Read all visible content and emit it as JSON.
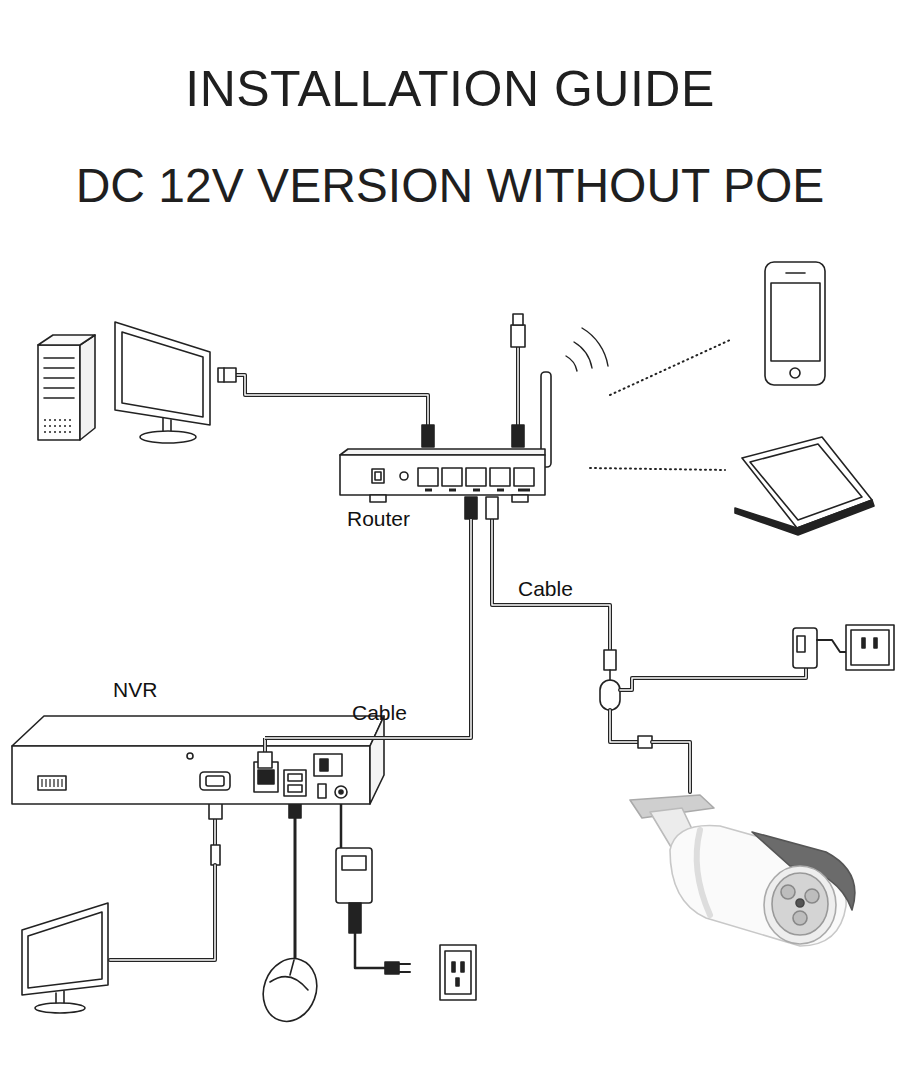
{
  "diagram": {
    "title": "INSTALLATION GUIDE",
    "nodes": [
      {
        "text": [
          "Router"
        ]
      },
      {
        "text": [
          "NVR"
        ]
      }
    ],
    "edges": [
      {
        "from": 0,
        "to": 1,
        "arrow": "none",
        "label": "Cable"
      }
    ],
    "labels": [
      "DC 12V VERSION WITHOUT POE",
      "Cable"
    ]
  }
}
